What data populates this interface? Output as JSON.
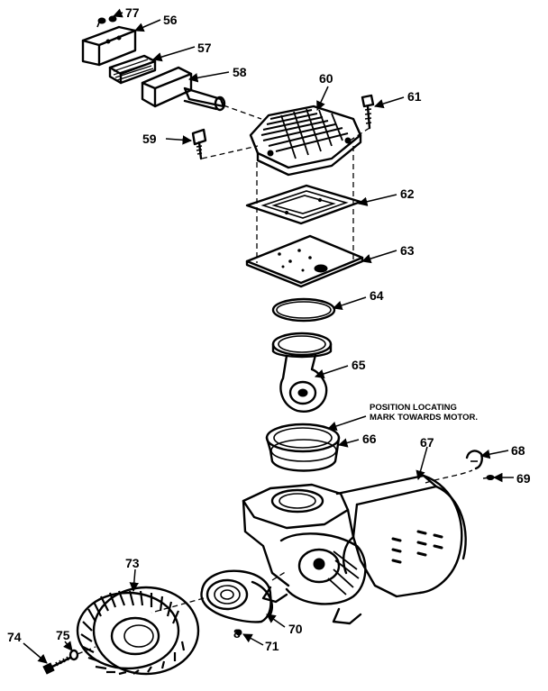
{
  "callouts": {
    "c56": "56",
    "c57": "57",
    "c58": "58",
    "c59": "59",
    "c60": "60",
    "c61": "61",
    "c62": "62",
    "c63": "63",
    "c64": "64",
    "c65": "65",
    "c66": "66",
    "c67": "67",
    "c68": "68",
    "c69": "69",
    "c70": "70",
    "c71": "71",
    "c72": "8",
    "c73": "73",
    "c74": "74",
    "c75": "75",
    "c77": "77"
  },
  "note": {
    "line1": "POSITION LOCATING",
    "line2": "MARK TOWARDS MOTOR."
  }
}
